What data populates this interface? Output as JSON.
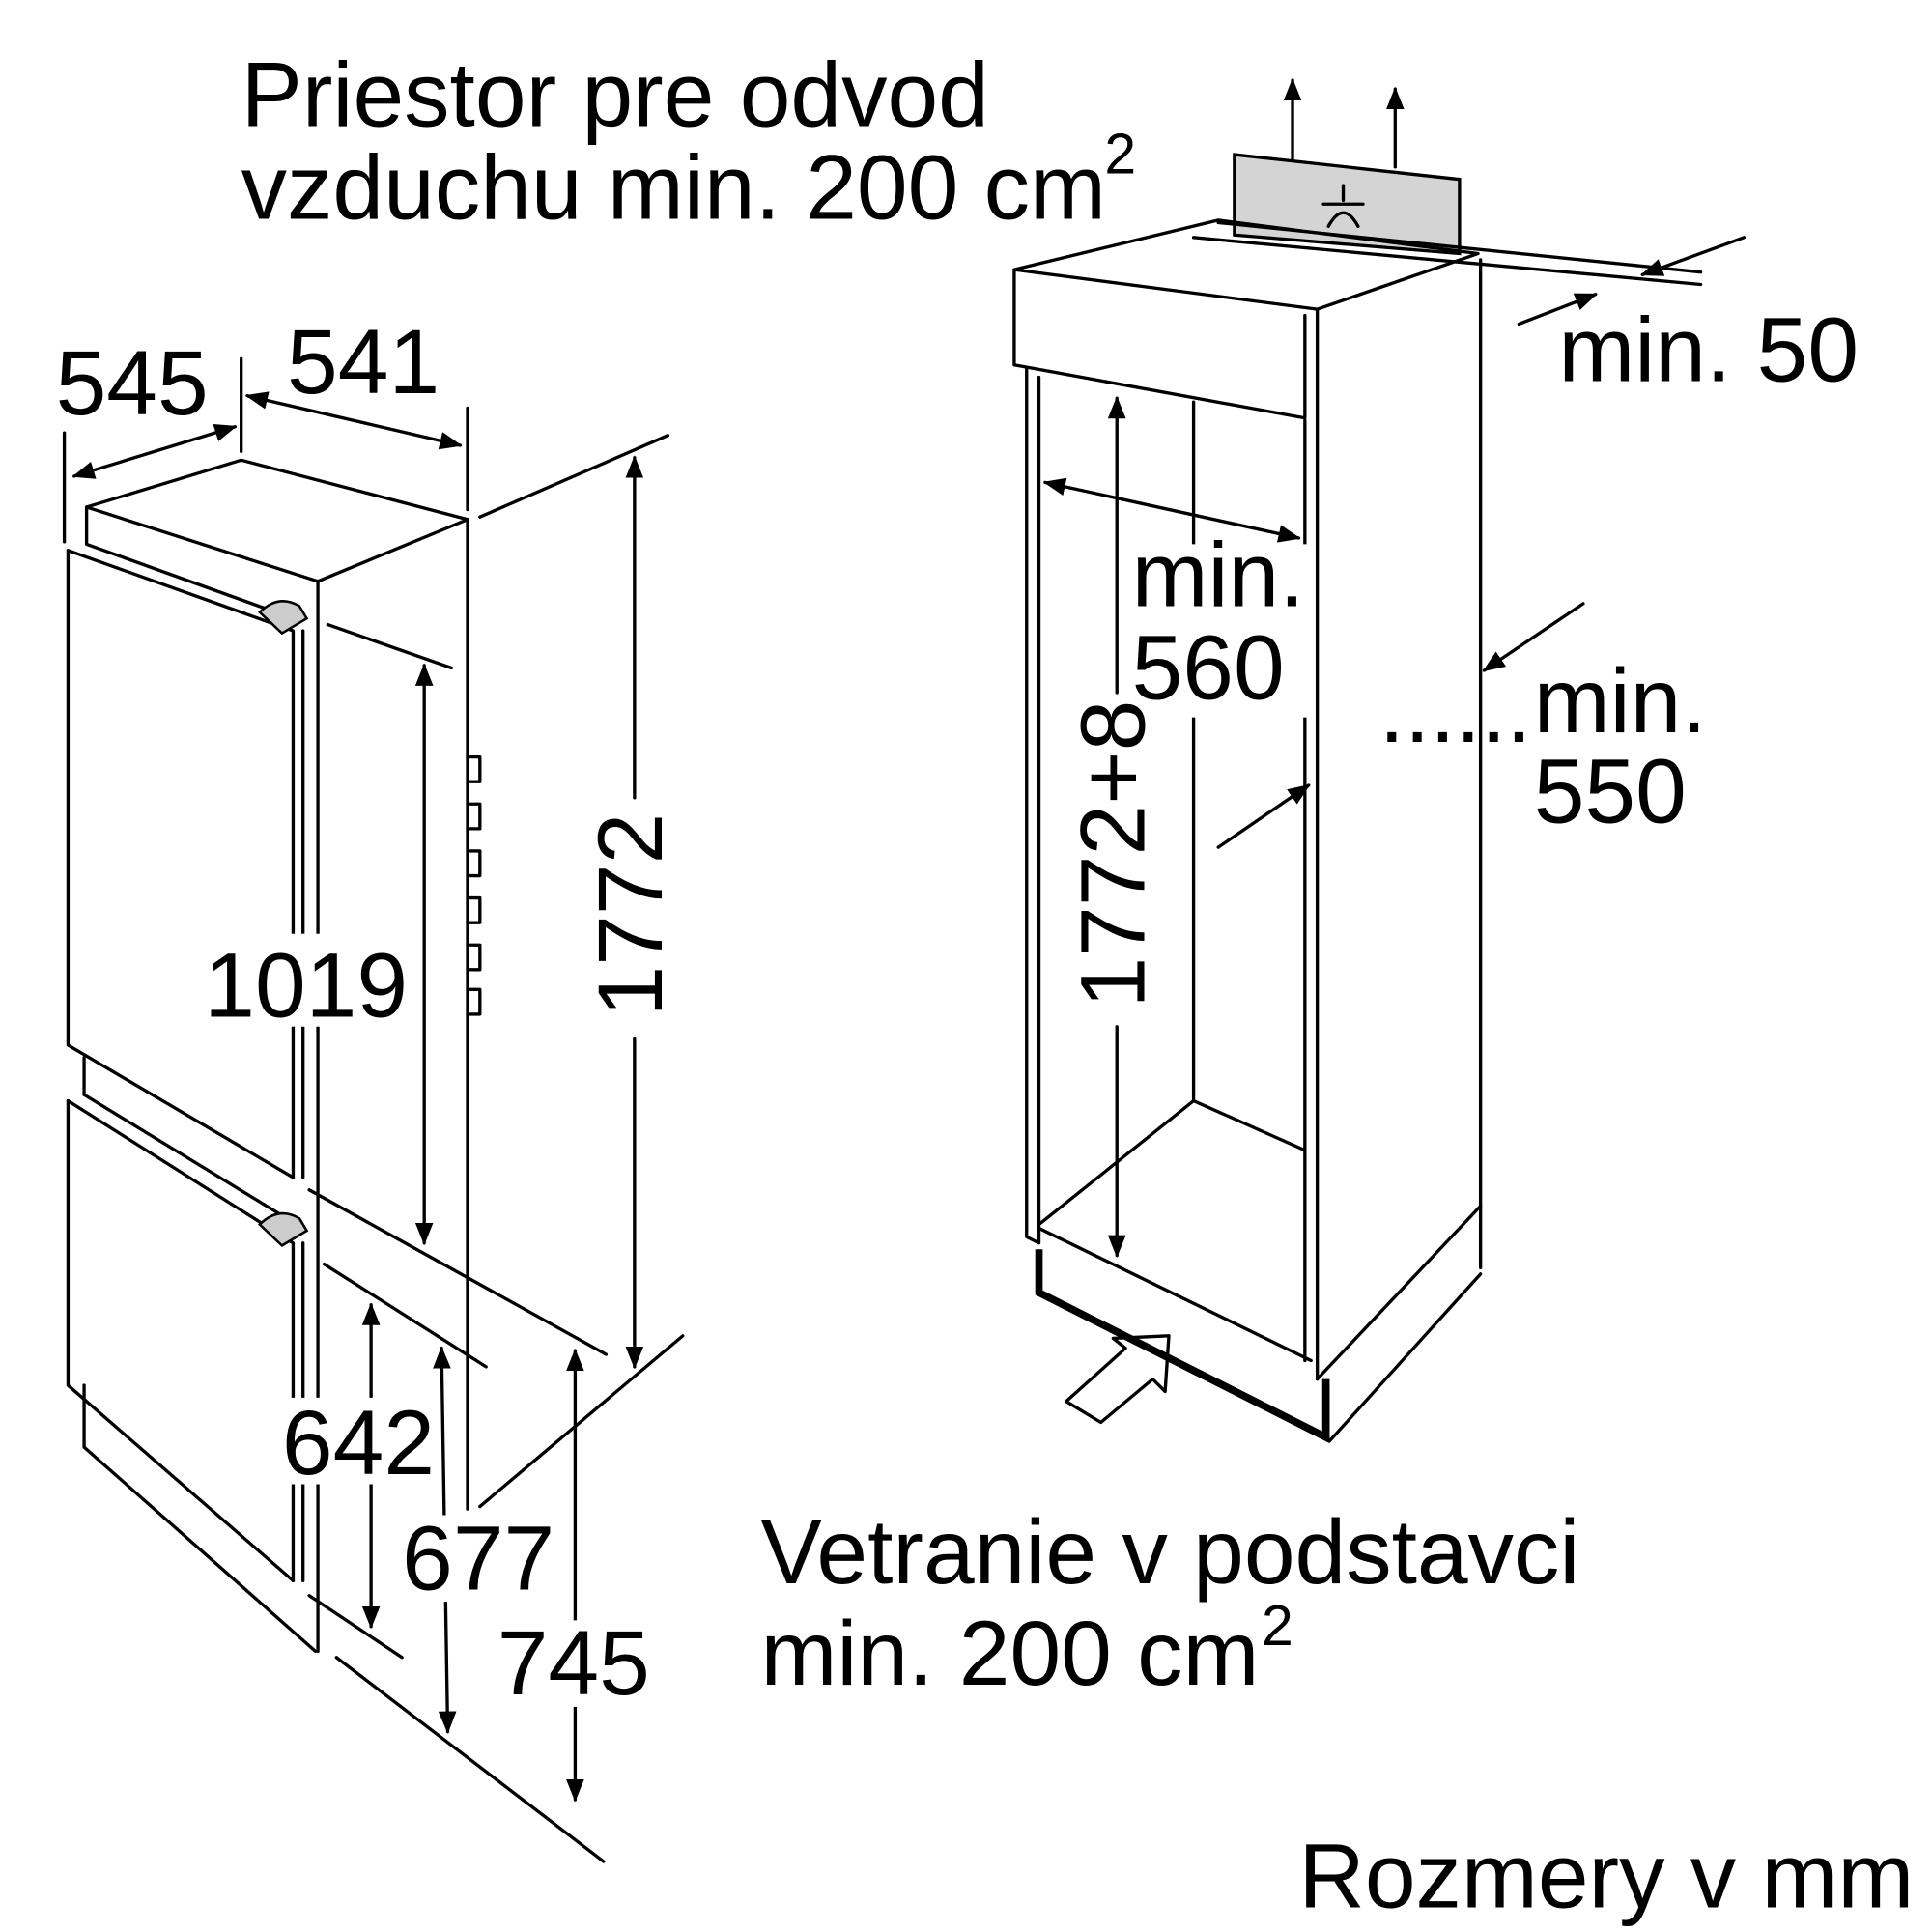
{
  "labels": {
    "air_outlet_line1": "Priestor pre odvod",
    "air_outlet_line2": "vzduchu min. 200 cm",
    "air_outlet_sup": "2",
    "base_vent_line1": "Vetranie v podstavci",
    "base_vent_line2": "min. 200 cm",
    "base_vent_sup": "2",
    "units": "Rozmery v mm"
  },
  "appliance_dimensions": {
    "depth_total": "545",
    "depth_body": "541",
    "height_total": "1772",
    "fridge_door_height": "1019",
    "freezer_door_height": "642",
    "freezer_height_2": "677",
    "freezer_height_3": "745"
  },
  "niche_dimensions": {
    "niche_height": "1772+8",
    "min_width_label": "min.",
    "min_width_value": "560",
    "min_depth_label": "min.",
    "min_depth_value": "550",
    "min_gap": "min. 50",
    "dots": "......"
  }
}
